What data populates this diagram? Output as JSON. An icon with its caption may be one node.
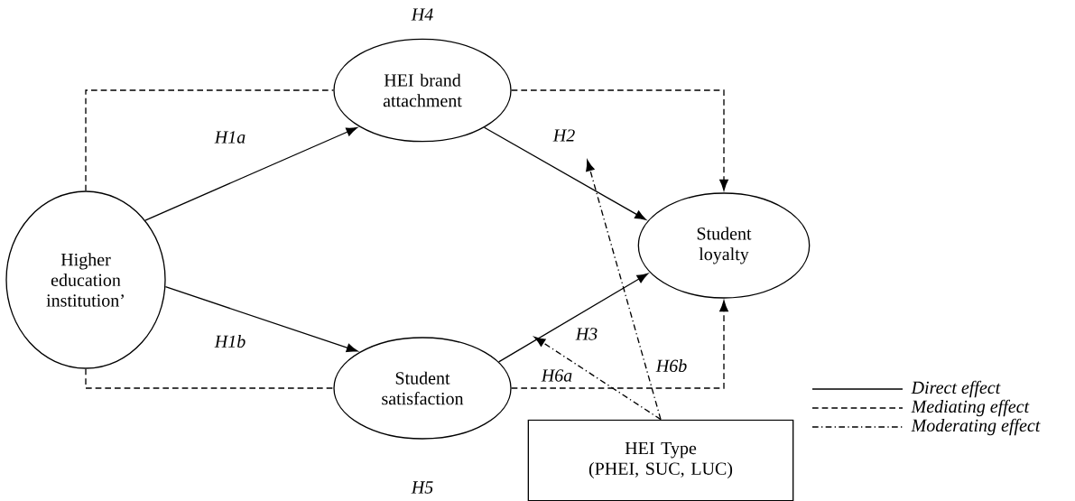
{
  "diagram": {
    "nodes": [
      {
        "text": [
          "Higher education institution’"
        ]
      },
      {
        "text": [
          "HEI brand attachment"
        ]
      },
      {
        "text": [
          "Student loyalty"
        ]
      },
      {
        "text": [
          "Student satisfaction"
        ]
      },
      {
        "text": [
          "HEI Type",
          "(PHEI, SUC, LUC)"
        ]
      }
    ],
    "edges": [
      {
        "from": 0,
        "to": 1,
        "arrow": "to",
        "label": "H1a"
      },
      {
        "from": 0,
        "to": 3,
        "arrow": "to",
        "label": "H1b"
      },
      {
        "from": 1,
        "to": 2,
        "arrow": "to",
        "label": "H2"
      },
      {
        "from": 3,
        "to": 2,
        "arrow": "to",
        "label": "H3"
      },
      {
        "from": 0,
        "to": 1,
        "arrow": "none",
        "style": "dashed"
      },
      {
        "from": 1,
        "to": 2,
        "arrow": "to",
        "style": "dashed"
      },
      {
        "from": 0,
        "to": 3,
        "arrow": "none",
        "style": "dashed"
      },
      {
        "from": 3,
        "to": 2,
        "arrow": "to",
        "style": "dashed"
      },
      {
        "from": 4,
        "to": null,
        "arrow": "to",
        "style": "dashed",
        "label": "H6a"
      },
      {
        "from": 4,
        "to": null,
        "arrow": "to",
        "style": "dashed",
        "label": "H6b"
      }
    ],
    "labels": [
      "H4",
      "H5"
    ],
    "legend": [
      {
        "text": "Direct effect"
      },
      {
        "text": "Mediating effect"
      },
      {
        "text": "Moderating effect"
      }
    ]
  }
}
